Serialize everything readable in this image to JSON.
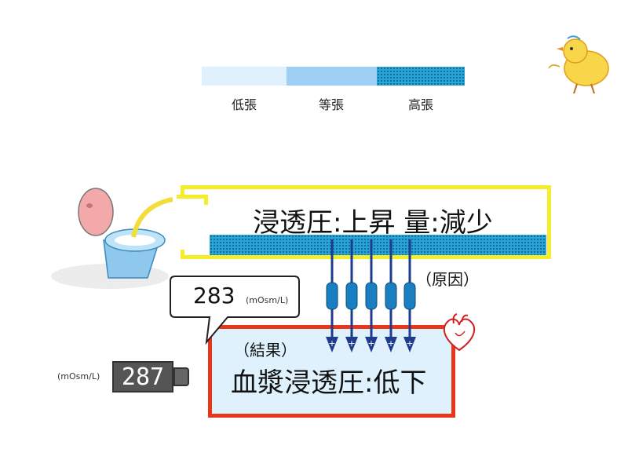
{
  "legend": [
    {
      "label": "低張",
      "color": "#dff1fc"
    },
    {
      "label": "等張",
      "color": "#9ecff5"
    },
    {
      "label": "高張",
      "color": "#2aa3d6"
    }
  ],
  "urine_box": {
    "text": "浸透圧:上昇 量:減少",
    "border_color": "#f5ec2a"
  },
  "cause_label": "（原因）",
  "result_label": "（結果）",
  "plasma_box": {
    "text": "血漿浸透圧:低下",
    "border_color": "#e8361b",
    "fill": "#dff1fc"
  },
  "callout": {
    "value": "283",
    "unit": "(mOsm/L)"
  },
  "gauge": {
    "value": "287",
    "unit": "(mOsm/L)"
  },
  "icons": [
    "toilet-icon",
    "chick-icon",
    "heart-icon"
  ],
  "channel_sign": "+",
  "channel_count": 5
}
